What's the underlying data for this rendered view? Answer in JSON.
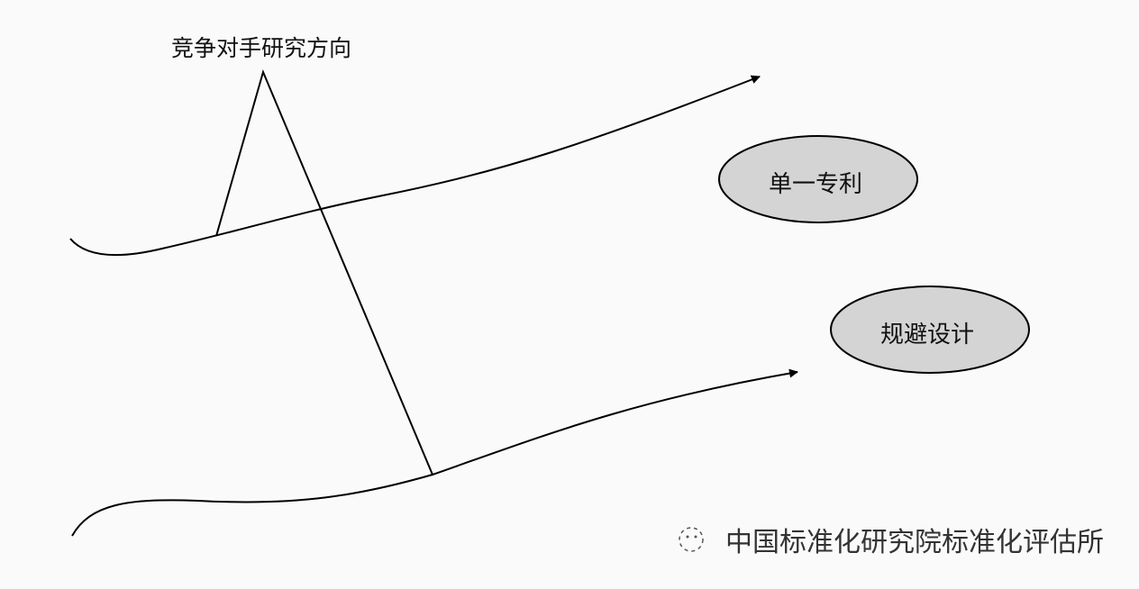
{
  "diagram": {
    "top_label": "竞争对手研究方向",
    "nodes": [
      {
        "id": "single-patent",
        "label": "单一专利"
      },
      {
        "id": "design-around",
        "label": "规避设计"
      }
    ],
    "fill_color": "#d4d4d4",
    "line_color": "#000000"
  },
  "watermark": {
    "text": "中国标准化研究院标准化评估所",
    "icon": "wechat-icon"
  }
}
